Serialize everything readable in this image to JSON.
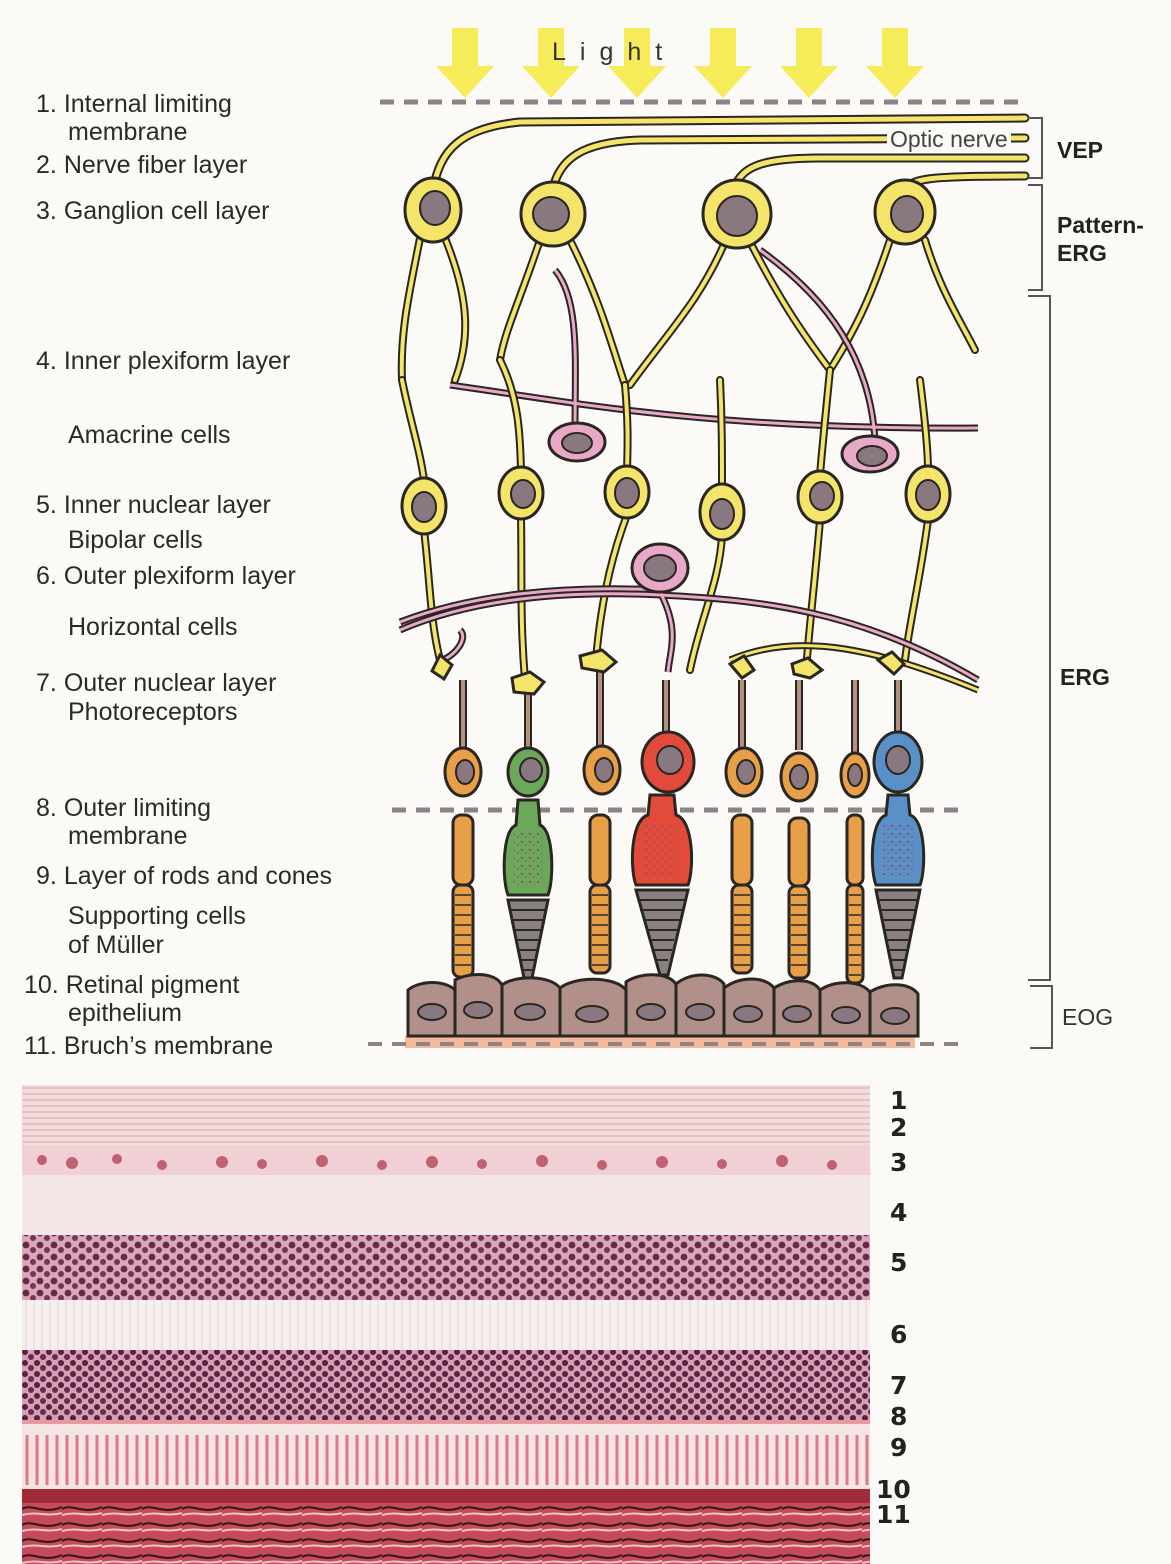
{
  "light_label": "Light",
  "optic_nerve_label": "Optic nerve",
  "layers": [
    {
      "num": "1.",
      "text": "Internal limiting",
      "text2": "membrane"
    },
    {
      "num": "2.",
      "text": "Nerve fiber layer"
    },
    {
      "num": "3.",
      "text": "Ganglion cell layer"
    },
    {
      "num": "4.",
      "text": "Inner plexiform layer"
    },
    {
      "num": "",
      "text": "Amacrine cells"
    },
    {
      "num": "5.",
      "text": "Inner nuclear layer",
      "text2": "Bipolar cells"
    },
    {
      "num": "6.",
      "text": "Outer plexiform layer"
    },
    {
      "num": "",
      "text": "Horizontal cells"
    },
    {
      "num": "7.",
      "text": "Outer nuclear layer",
      "text2": "Photoreceptors"
    },
    {
      "num": "8.",
      "text": "Outer limiting",
      "text2": "membrane"
    },
    {
      "num": "9.",
      "text": "Layer of rods and cones"
    },
    {
      "num": "",
      "text": "Supporting cells",
      "text2": "of Müller"
    },
    {
      "num": "10.",
      "text": "Retinal pigment",
      "text2": "epithelium"
    },
    {
      "num": "11.",
      "text": "Bruch’s membrane"
    }
  ],
  "brackets": {
    "vep": "VEP",
    "pattern_erg_1": "Pattern-",
    "pattern_erg_2": "ERG",
    "erg": "ERG",
    "eog": "EOG"
  },
  "histology_numbers": [
    "1",
    "2",
    "3",
    "4",
    "5",
    "6",
    "7",
    "8",
    "9",
    "10",
    "11"
  ],
  "colors": {
    "nerve_cell": "#f4e46a",
    "nucleus": "#8a7880",
    "amacrine_horizontal": "#e8a8c8",
    "rod": "#e8a048",
    "cone_green": "#6ca85a",
    "cone_red": "#e24a3a",
    "cone_blue": "#5a90c8",
    "rpe": "#b09088",
    "light_arrow": "#f6ec5a",
    "histology": "#c84a5a"
  }
}
